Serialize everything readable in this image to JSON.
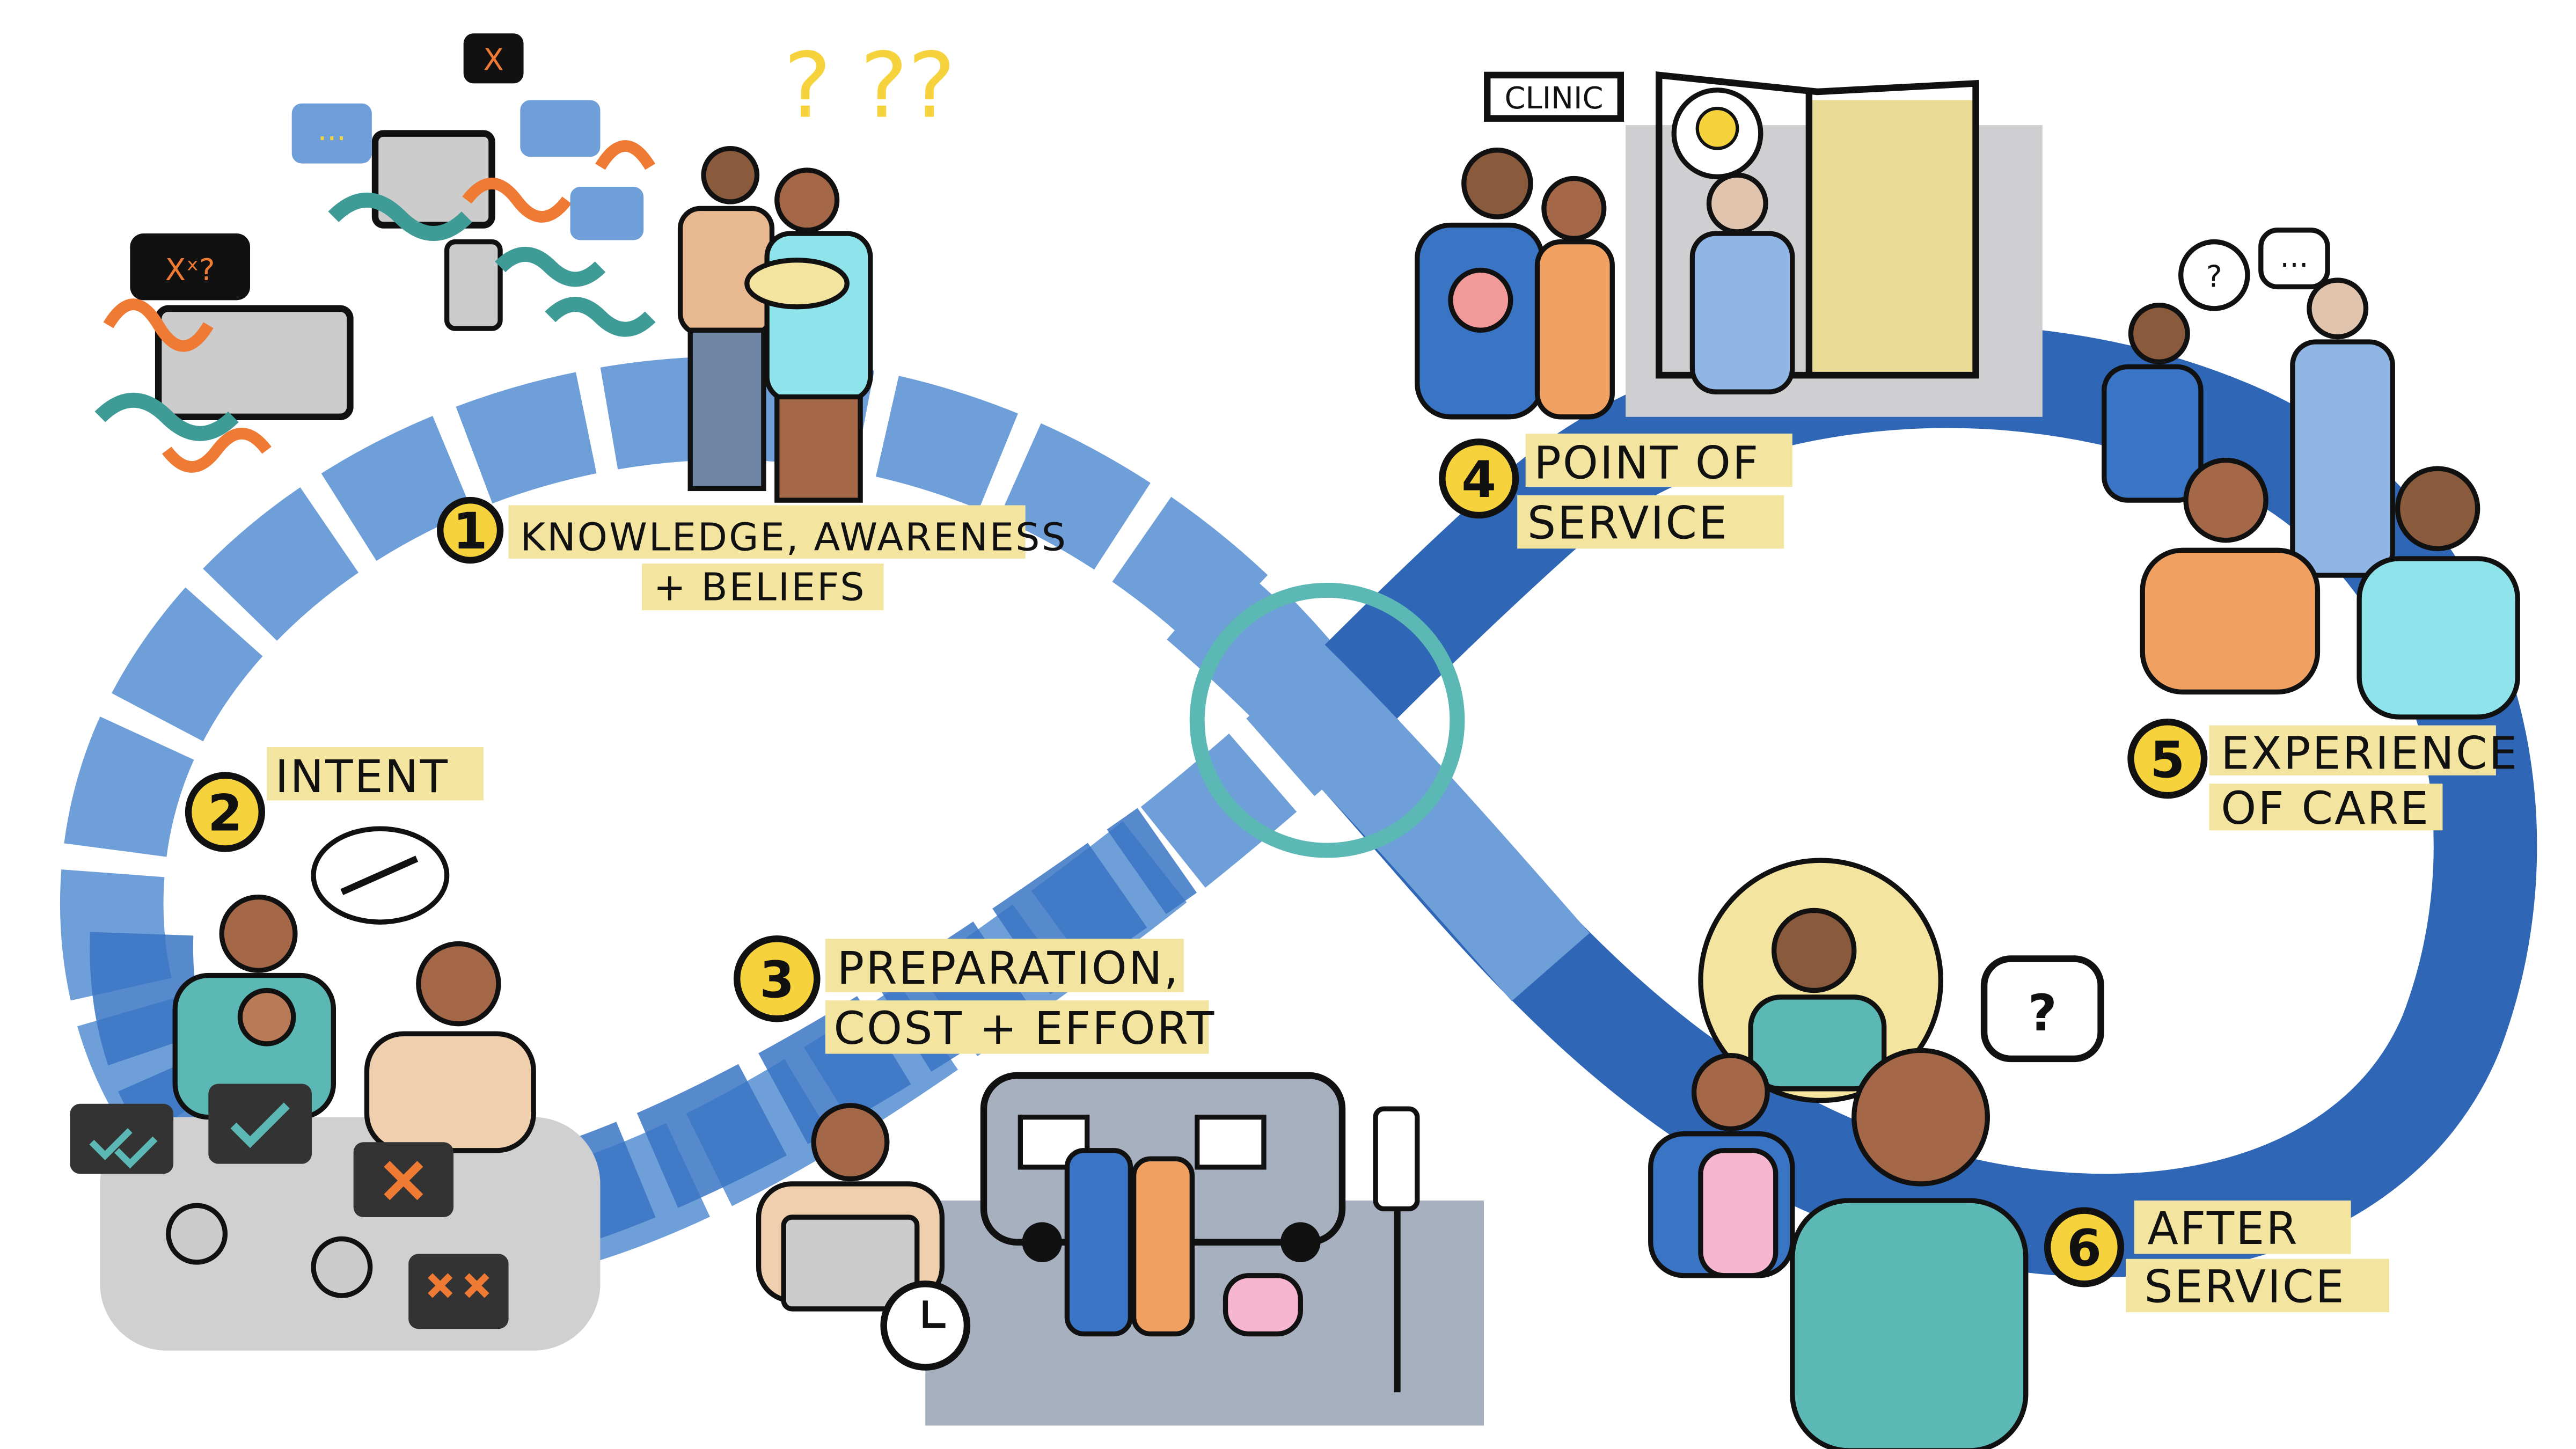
{
  "colors": {
    "loop_light": "#6f9fd8",
    "loop_dark": "#2f67b6",
    "ring": "#5bb8b4",
    "highlight": "#f3e4a0",
    "badge": "#f6d33c",
    "orange": "#ee7a33",
    "teal": "#3f9b96"
  },
  "stages": [
    {
      "number": "1",
      "line1": "KNOWLEDGE, AWARENESS",
      "line2": "+ BELIEFS"
    },
    {
      "number": "2",
      "line1": "INTENT",
      "line2": ""
    },
    {
      "number": "3",
      "line1": "PREPARATION,",
      "line2": "COST + EFFORT"
    },
    {
      "number": "4",
      "line1": "POINT OF",
      "line2": "SERVICE"
    },
    {
      "number": "5",
      "line1": "EXPERIENCE",
      "line2": "OF CARE"
    },
    {
      "number": "6",
      "line1": "AFTER",
      "line2": "SERVICE"
    }
  ],
  "clinic_sign": "CLINIC",
  "bubbles": {
    "question": "?",
    "ellipsis": "...",
    "confusion": "Xˣ?",
    "cross": "X"
  }
}
